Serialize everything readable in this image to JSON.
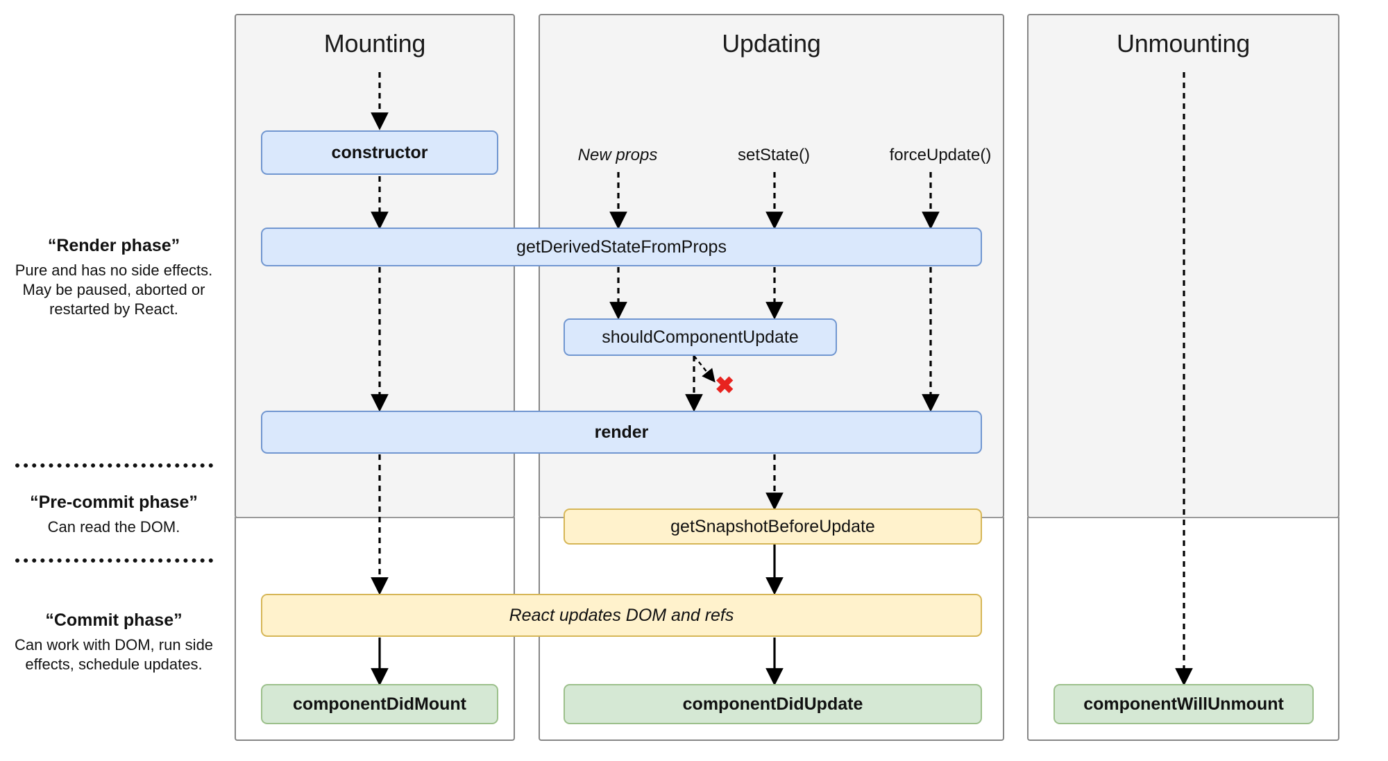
{
  "diagram": {
    "title": "React component lifecycle diagram",
    "colors": {
      "blue_fill": "#dae8fc",
      "blue_stroke": "#7096d0",
      "yellow_fill": "#fff2cc",
      "yellow_stroke": "#d6b656",
      "green_fill": "#d5e8d4",
      "green_stroke": "#9cc08b",
      "column_fill": "#f4f4f4",
      "column_stroke": "#868686",
      "x_mark": "#e8231f",
      "arrow": "#000000"
    }
  },
  "columns": [
    {
      "id": "mounting",
      "title": "Mounting"
    },
    {
      "id": "updating",
      "title": "Updating"
    },
    {
      "id": "unmounting",
      "title": "Unmounting"
    }
  ],
  "phases": [
    {
      "id": "render-phase",
      "title": "“Render phase”",
      "description": "Pure and has no side effects. May be paused, aborted or restarted by React."
    },
    {
      "id": "pre-commit-phase",
      "title": "“Pre-commit phase”",
      "description": "Can read the DOM."
    },
    {
      "id": "commit-phase",
      "title": "“Commit phase”",
      "description": "Can work with DOM, run side effects, schedule updates."
    }
  ],
  "triggers": [
    {
      "id": "new-props",
      "label": "New props",
      "style": "italic"
    },
    {
      "id": "set-state",
      "label": "setState()",
      "style": "normal"
    },
    {
      "id": "force-update",
      "label": "forceUpdate()",
      "style": "normal"
    }
  ],
  "nodes": {
    "constructor": {
      "label": "constructor",
      "color": "blue",
      "weight": "bold"
    },
    "get_derived_state_from_props": {
      "label": "getDerivedStateFromProps",
      "color": "blue",
      "weight": "normal"
    },
    "should_component_update": {
      "label": "shouldComponentUpdate",
      "color": "blue",
      "weight": "normal"
    },
    "render": {
      "label": "render",
      "color": "blue",
      "weight": "bold"
    },
    "get_snapshot_before_update": {
      "label": "getSnapshotBeforeUpdate",
      "color": "yellow",
      "weight": "normal"
    },
    "react_updates_dom": {
      "label": "React updates DOM and refs",
      "color": "yellow",
      "weight": "italic"
    },
    "component_did_mount": {
      "label": "componentDidMount",
      "color": "green",
      "weight": "bold"
    },
    "component_did_update": {
      "label": "componentDidUpdate",
      "color": "green",
      "weight": "bold"
    },
    "component_will_unmount": {
      "label": "componentWillUnmount",
      "color": "green",
      "weight": "bold"
    }
  },
  "markers": {
    "skip_update_x": "✖"
  }
}
